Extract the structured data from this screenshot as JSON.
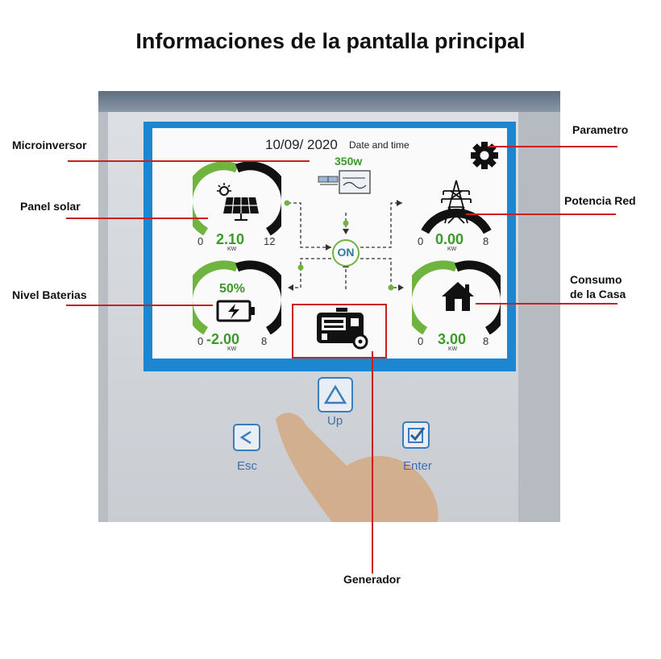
{
  "page": {
    "title": "Informaciones de la pantalla principal"
  },
  "labels": {
    "microinversor": "Microinversor",
    "panel_solar": "Panel solar",
    "nivel_baterias": "Nivel Baterias",
    "parametro": "Parametro",
    "potencia_red": "Potencia Red",
    "consumo_line1": "Consumo",
    "consumo_line2": "de la Casa",
    "generador": "Generador"
  },
  "screen": {
    "date": "10/09/ 2020",
    "date_caption": "Date and time",
    "microinverter_power": "350w",
    "status": "ON",
    "solar": {
      "min": "0",
      "max": "12",
      "value": "2.10",
      "unit": "KW",
      "level": 0.5
    },
    "grid": {
      "min": "0",
      "max": "8",
      "value": "0.00",
      "unit": "KW",
      "level": 0.0
    },
    "battery": {
      "min": "0",
      "max": "8",
      "value": "-2.00",
      "unit": "KW",
      "soc": "50%",
      "level": 0.5
    },
    "load": {
      "min": "0",
      "max": "8",
      "value": "3.00",
      "unit": "KW",
      "level": 0.5
    }
  },
  "buttons": {
    "up": "Up",
    "esc": "Esc",
    "enter": "Enter"
  },
  "colors": {
    "accent_green": "#3b9a2a",
    "arc_dark": "#111111",
    "screen_border": "#1c86d1",
    "annotation_red": "#cc1f1f",
    "button_blue": "#3b70b0"
  }
}
